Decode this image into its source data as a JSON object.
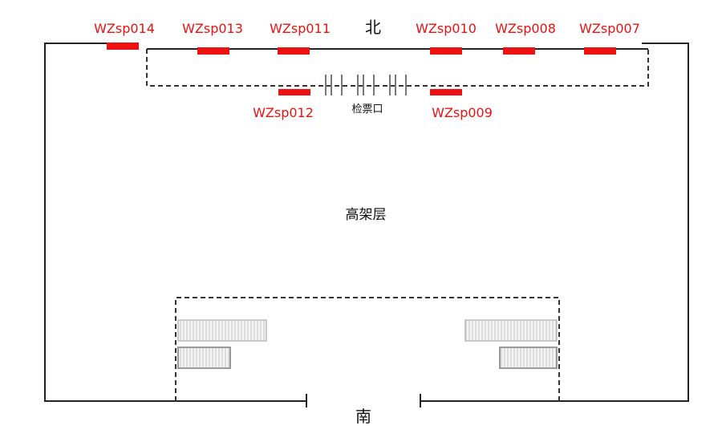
{
  "compass": {
    "north": "北",
    "south": "南"
  },
  "area": {
    "name": "高架层"
  },
  "ticket_gate": {
    "label": "检票口"
  },
  "cameras": [
    {
      "id": "WZsp014"
    },
    {
      "id": "WZsp013"
    },
    {
      "id": "WZsp011"
    },
    {
      "id": "WZsp010"
    },
    {
      "id": "WZsp008"
    },
    {
      "id": "WZsp007"
    },
    {
      "id": "WZsp012"
    },
    {
      "id": "WZsp009"
    }
  ],
  "colors": {
    "camera": "#ee1111",
    "outline": "#222222",
    "dashed": "#333333",
    "stairs": "#aaaaaa",
    "gate": "#777777"
  }
}
